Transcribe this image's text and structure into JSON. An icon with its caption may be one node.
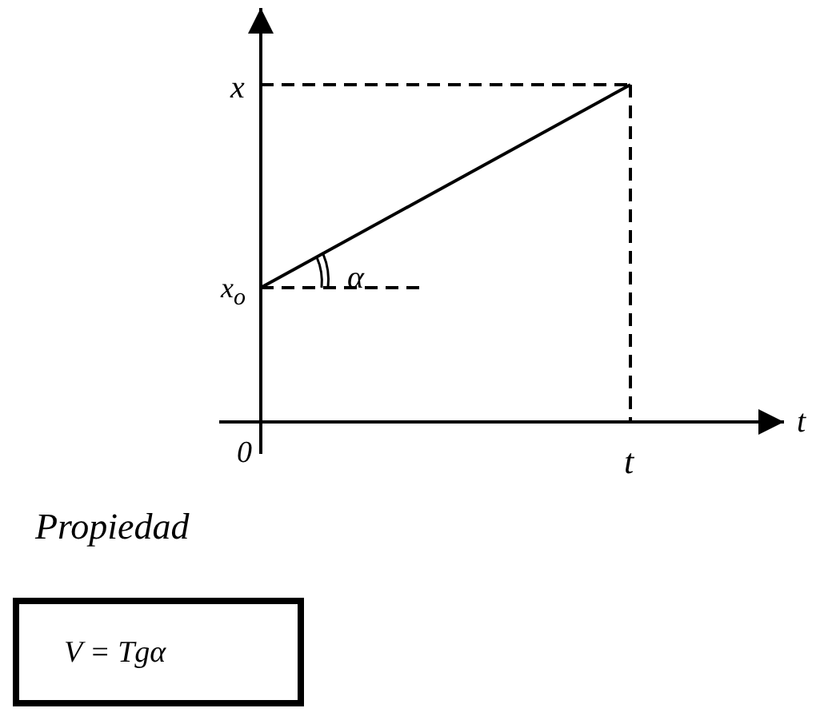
{
  "diagram": {
    "nodes": [
      {
        "text": [
          "V = Tgα"
        ]
      }
    ],
    "labels": [
      "x",
      "x$_{o}$",
      "α",
      "0",
      "t",
      "t",
      "Propiedad"
    ]
  }
}
